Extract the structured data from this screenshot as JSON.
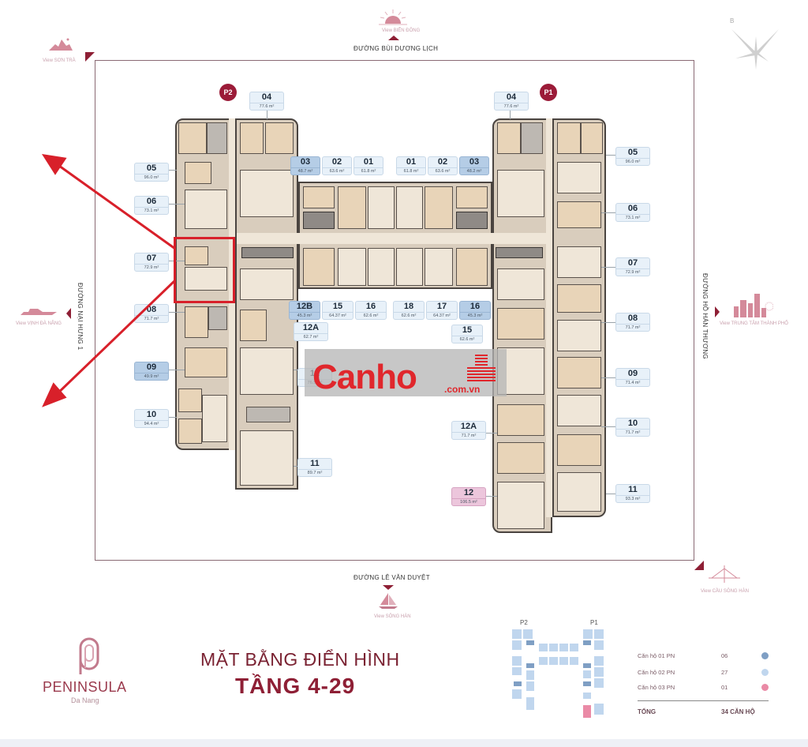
{
  "streets": {
    "north": "ĐƯỜNG BÙI DƯƠNG LỊCH",
    "south": "ĐƯỜNG LÊ VĂN DUYỆT",
    "west": "ĐƯỜNG NẠI HƯNG 1",
    "east": "ĐƯỜNG HỒ HÁN THƯƠNG"
  },
  "views": {
    "north": "View BIỂN ĐÔNG",
    "north_west": "View SƠN TRÀ",
    "west": "View VỊNH ĐÀ NẴNG",
    "east": "View TRUNG TÂM THÀNH PHỐ",
    "south": "View SÔNG HÀN",
    "south_east": "View CẦU SÔNG HÀN"
  },
  "compass": {
    "label": "B"
  },
  "towers": {
    "p2": "P2",
    "p1": "P1"
  },
  "units_p2": [
    {
      "num": "04",
      "area": "77.6 m²",
      "style": "normal"
    },
    {
      "num": "05",
      "area": "96.0 m²",
      "style": "normal"
    },
    {
      "num": "06",
      "area": "73.1 m²",
      "style": "normal"
    },
    {
      "num": "07",
      "area": "72.9 m²",
      "style": "normal"
    },
    {
      "num": "08",
      "area": "71.7 m²",
      "style": "normal"
    },
    {
      "num": "09",
      "area": "49.9 m²",
      "style": "dark"
    },
    {
      "num": "10",
      "area": "94.4 m²",
      "style": "normal"
    },
    {
      "num": "11",
      "area": "89.7 m²",
      "style": "normal"
    },
    {
      "num": "12",
      "area": "76.5 m²",
      "style": "normal"
    },
    {
      "num": "12A",
      "area": "62.7 m²",
      "style": "normal"
    },
    {
      "num": "12B",
      "area": "45.3 m²",
      "style": "dark"
    },
    {
      "num": "15",
      "area": "64.37 m²",
      "style": "normal"
    },
    {
      "num": "16",
      "area": "62.6 m²",
      "style": "normal"
    },
    {
      "num": "03",
      "area": "48.7 m²",
      "style": "dark"
    },
    {
      "num": "02",
      "area": "63.6 m²",
      "style": "normal"
    },
    {
      "num": "01",
      "area": "61.8 m²",
      "style": "normal"
    }
  ],
  "units_p1": [
    {
      "num": "01",
      "area": "61.8 m²",
      "style": "normal"
    },
    {
      "num": "02",
      "area": "63.6 m²",
      "style": "normal"
    },
    {
      "num": "03",
      "area": "48.2 m²",
      "style": "dark"
    },
    {
      "num": "04",
      "area": "77.6 m²",
      "style": "normal"
    },
    {
      "num": "05",
      "area": "96.0 m²",
      "style": "normal"
    },
    {
      "num": "06",
      "area": "73.1 m²",
      "style": "normal"
    },
    {
      "num": "07",
      "area": "72.9 m²",
      "style": "normal"
    },
    {
      "num": "08",
      "area": "71.7 m²",
      "style": "normal"
    },
    {
      "num": "09",
      "area": "71.4 m²",
      "style": "normal"
    },
    {
      "num": "10",
      "area": "71.7 m²",
      "style": "normal"
    },
    {
      "num": "11",
      "area": "93.3 m²",
      "style": "normal"
    },
    {
      "num": "12",
      "area": "106.5 m²",
      "style": "pink"
    },
    {
      "num": "12A",
      "area": "71.7 m²",
      "style": "normal"
    },
    {
      "num": "15",
      "area": "62.6 m²",
      "style": "normal"
    },
    {
      "num": "16",
      "area": "45.3 m²",
      "style": "dark"
    },
    {
      "num": "17",
      "area": "64.37 m²",
      "style": "normal"
    },
    {
      "num": "18",
      "area": "62.6 m²",
      "style": "normal"
    }
  ],
  "watermark": {
    "brand": "Canho",
    "domain": ".com.vn"
  },
  "logo": {
    "name": "PENINSULA",
    "city": "Da Nang"
  },
  "title": {
    "line1": "MẶT BẰNG ĐIỂN HÌNH",
    "line2": "TẦNG 4-29"
  },
  "legend": {
    "rows": [
      {
        "label": "Căn hộ 01 PN",
        "count": "06",
        "color": "#7f9fc4"
      },
      {
        "label": "Căn hộ 02 PN",
        "count": "27",
        "color": "#c0d6ee"
      },
      {
        "label": "Căn hộ 03 PN",
        "count": "01",
        "color": "#ea8aa6"
      }
    ],
    "total_label": "TỔNG",
    "total_value": "34 CĂN HỘ"
  },
  "mini_map": {
    "p2": "P2",
    "p1": "P1"
  },
  "colors": {
    "brand": "#9b1b38",
    "highlight": "#d8202a",
    "unit_1pn": "#7f9fc4",
    "unit_2pn": "#c0d6ee",
    "unit_3pn": "#ea8aa6"
  }
}
